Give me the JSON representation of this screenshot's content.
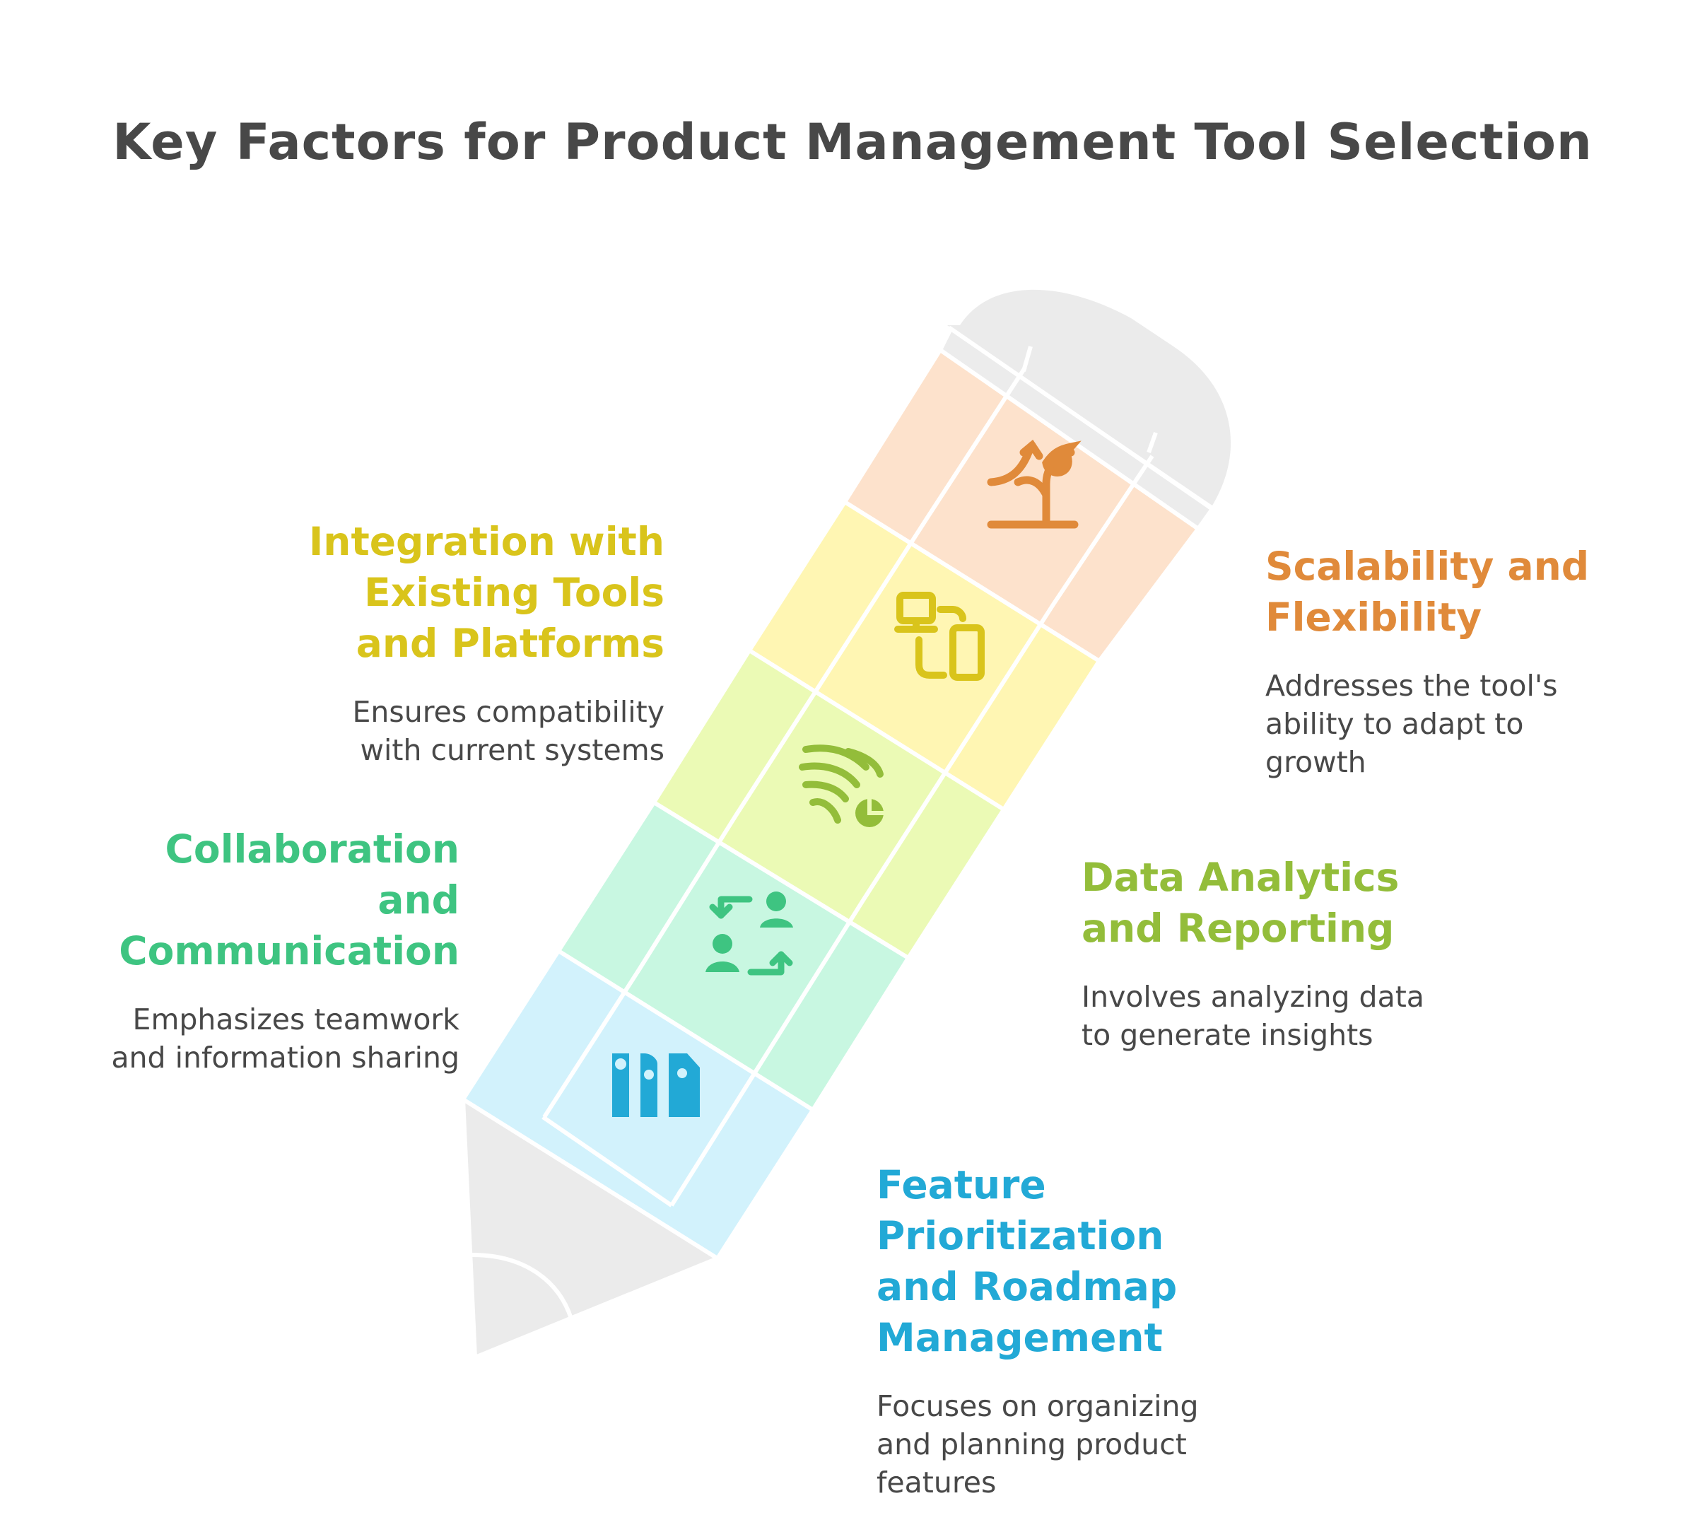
{
  "title": "Key Factors for Product Management Tool Selection",
  "colors": {
    "scalability": "#e08a3a",
    "integration": "#d9c41b",
    "data": "#93bd3a",
    "collaboration": "#3ec481",
    "feature": "#22a9d6",
    "pencil_grey": "#ebebeb",
    "text": "#484848"
  },
  "factors": {
    "scalability": {
      "title_lines": [
        "Scalability and",
        "Flexibility"
      ],
      "desc_lines": [
        "Addresses the tool's",
        "ability to adapt to",
        "growth"
      ],
      "icon": "growth-plant-icon"
    },
    "integration": {
      "title_lines": [
        "Integration with",
        "Existing Tools",
        "and Platforms"
      ],
      "desc_lines": [
        "Ensures compatibility",
        "with current systems"
      ],
      "icon": "device-sync-icon"
    },
    "data": {
      "title_lines": [
        "Data Analytics",
        "and Reporting"
      ],
      "desc_lines": [
        "Involves analyzing data",
        "to generate insights"
      ],
      "icon": "data-stream-chart-icon"
    },
    "collaboration": {
      "title_lines": [
        "Collaboration",
        "and",
        "Communication"
      ],
      "desc_lines": [
        "Emphasizes teamwork",
        "and information sharing"
      ],
      "icon": "people-exchange-icon"
    },
    "feature": {
      "title_lines": [
        "Feature",
        "Prioritization",
        "and Roadmap",
        "Management"
      ],
      "desc_lines": [
        "Focuses on organizing",
        "and planning product",
        "features"
      ],
      "icon": "roadmap-columns-icon"
    }
  }
}
